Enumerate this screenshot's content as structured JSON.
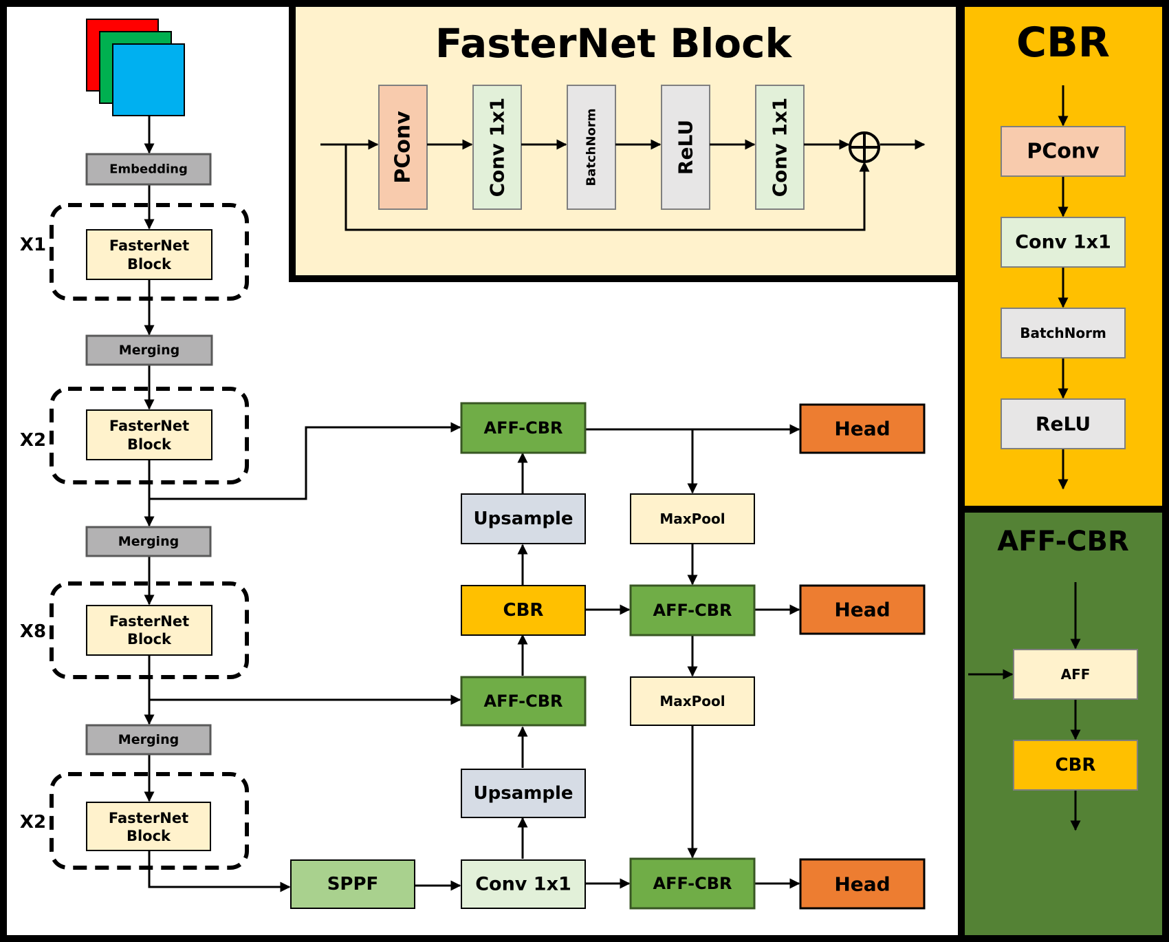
{
  "colors": {
    "border": "#000000",
    "faster_panel_bg": "#fff2cc",
    "cbr_panel_bg": "#ffc000",
    "aff_panel_bg": "#548235",
    "gray_box": "#b3b2b3",
    "fasternet_box": "#fff2cc",
    "pconv": "#f8cbad",
    "conv1x1": "#e2f0d9",
    "batchnorm": "#e7e6e6",
    "relu": "#e7e6e6",
    "aff_cbr": "#70ad47",
    "head": "#ed7d31",
    "upsample": "#d6dce5",
    "cbr": "#ffc000",
    "maxpool": "#fff2cc",
    "sppf": "#a9d18e",
    "input_red": "#ff0000",
    "input_green": "#00b050",
    "input_blue": "#00b0f0"
  },
  "backbone": {
    "input_icon": "rgb-image-stack-icon",
    "embedding": "Embedding",
    "merging_labels": [
      "Merging",
      "Merging",
      "Merging"
    ],
    "stages": [
      {
        "repeat": "X1",
        "block": [
          "FasterNet",
          "Block"
        ]
      },
      {
        "repeat": "X2",
        "block": [
          "FasterNet",
          "Block"
        ]
      },
      {
        "repeat": "X8",
        "block": [
          "FasterNet",
          "Block"
        ]
      },
      {
        "repeat": "X2",
        "block": [
          "FasterNet",
          "Block"
        ]
      }
    ]
  },
  "fasternet_panel": {
    "title": "FasterNet Block",
    "ops": [
      "PConv",
      "Conv 1x1",
      "BatchNorm",
      "ReLU",
      "Conv 1x1"
    ],
    "add_icon": "circled-plus-icon"
  },
  "cbr_panel": {
    "title": "CBR",
    "ops": [
      "PConv",
      "Conv 1x1",
      "BatchNorm",
      "ReLU"
    ]
  },
  "aff_panel": {
    "title": "AFF-CBR",
    "ops": [
      "AFF",
      "CBR"
    ]
  },
  "neck": {
    "aff_cbr": "AFF-CBR",
    "head": "Head",
    "upsample": "Upsample",
    "cbr": "CBR",
    "maxpool": "MaxPool",
    "sppf": "SPPF",
    "conv": "Conv 1x1"
  }
}
